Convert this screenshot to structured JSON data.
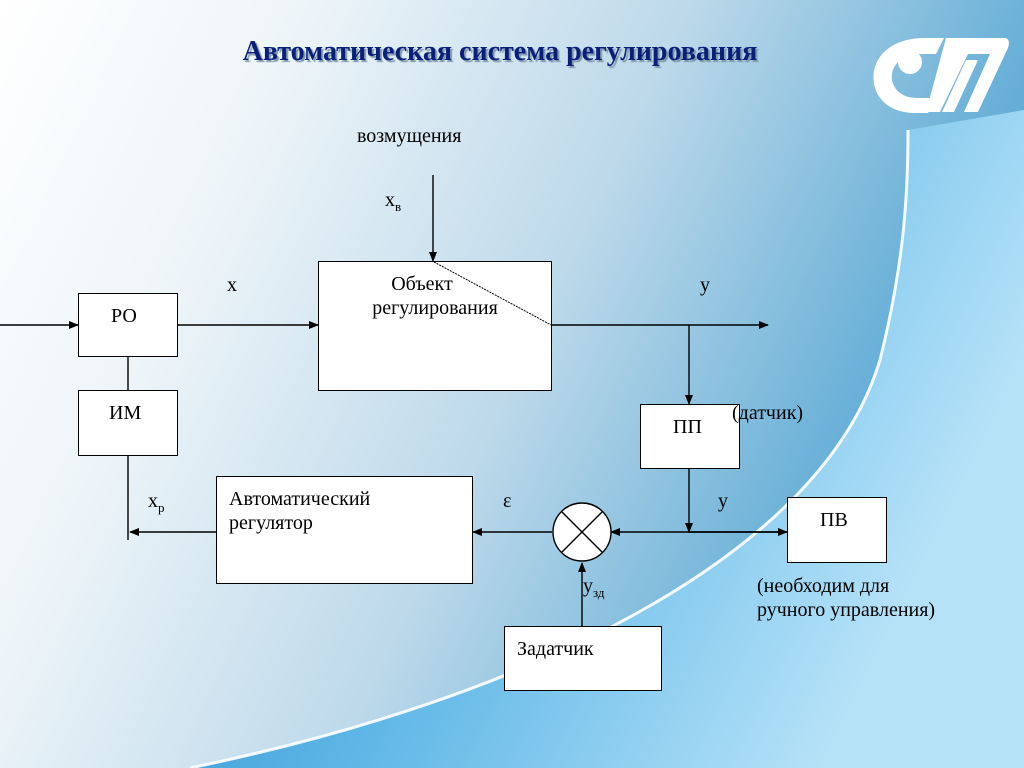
{
  "title": "Автоматическая система регулирования",
  "logo": {
    "icon": "university-logo",
    "color": "#ffffff"
  },
  "labels": {
    "disturbance": "возмущения",
    "x_v": "x",
    "x_v_sub": "в",
    "x": "x",
    "y_top": "y",
    "sensor_note": "(датчик)",
    "x_p": "x",
    "x_p_sub": "р",
    "epsilon": "ε",
    "y_right": "y",
    "y_zd": "y",
    "y_zd_sub": "зд",
    "manual_note_line1": "(необходим для",
    "manual_note_line2": "ручного управления)"
  },
  "blocks": {
    "ro": "РО",
    "im": "ИМ",
    "object_line1": "Объект",
    "object_line2": "регулирования",
    "pp": "ПП",
    "regulator_line1": "Автоматический",
    "regulator_line2": "регулятор",
    "pv": "ПВ",
    "setpoint": "Задатчик"
  },
  "colors": {
    "title": "#0a1f7a",
    "accent": "#2f8fca",
    "block_fill": "#ffffff"
  }
}
